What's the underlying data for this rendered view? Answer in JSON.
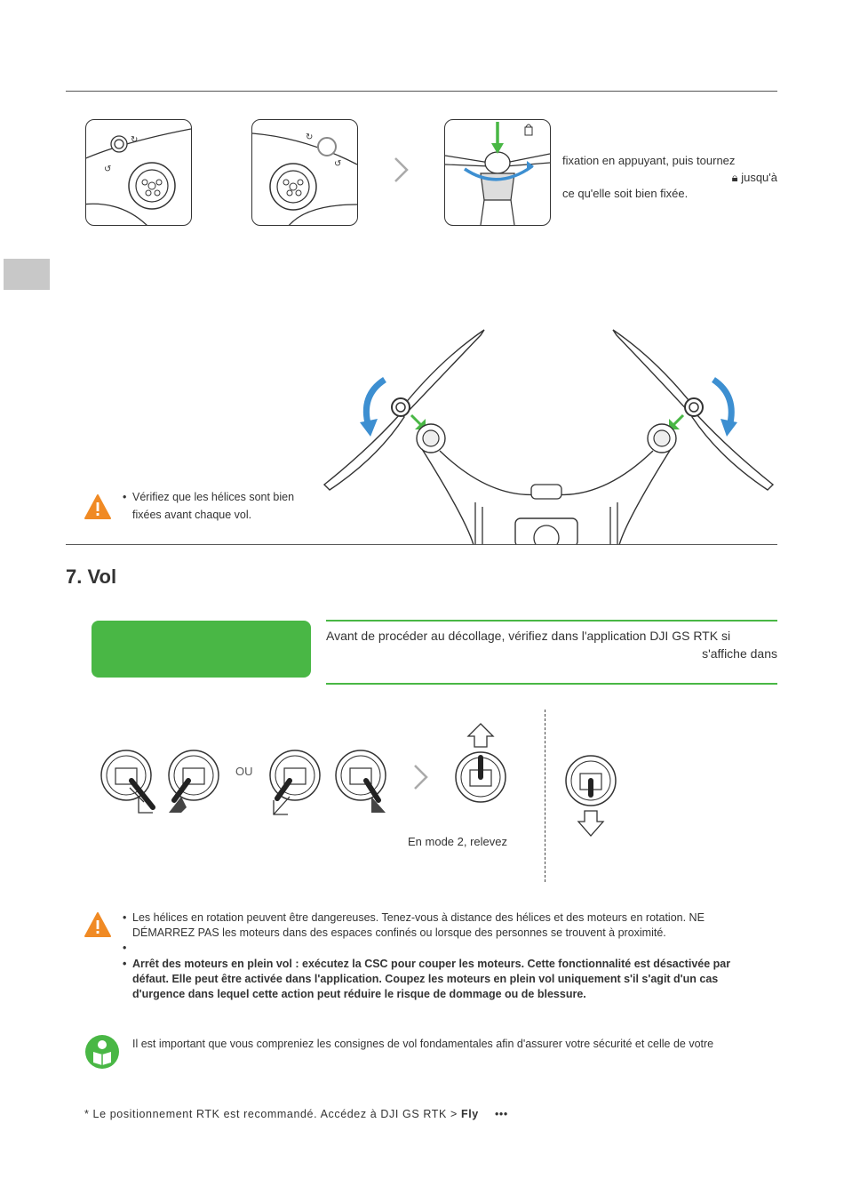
{
  "step_install": {
    "text_line1": "fixation en appuyant, puis tournez",
    "text_line2": "jusqu'à",
    "text_line3": "ce qu'elle soit bien fixée."
  },
  "warning_propellers": {
    "text_line1": "Vérifiez que les hélices sont bien",
    "text_line2": "fixées avant chaque vol."
  },
  "section": {
    "title": "7. Vol"
  },
  "preflight": {
    "text_line1": "Avant de procéder au décollage, vérifiez dans l'application DJI GS RTK si",
    "text_line2": "s'affiche dans"
  },
  "sticks": {
    "or_label": "OU",
    "mode_caption": "En mode 2, relevez"
  },
  "warnings": {
    "item1_line1": "Les hélices en rotation peuvent être dangereuses. Tenez-vous à distance des hélices et des moteurs en rotation. NE",
    "item1_line2": "DÉMARREZ PAS les moteurs dans des espaces confinés ou lorsque des personnes se trouvent à proximité.",
    "item2": "",
    "item3_line1": "Arrêt des moteurs en plein vol : exécutez la CSC pour couper les moteurs. Cette fonctionnalité est désactivée par",
    "item3_line2": "défaut. Elle peut être activée dans l'application. Coupez les moteurs en plein vol uniquement s'il s'agit d'un cas",
    "item3_line3": "d'urgence dans lequel cette action peut réduire le risque de dommage ou de blessure."
  },
  "tip": {
    "text": "Il est important que vous compreniez les consignes de vol fondamentales afin d'assurer votre sécurité et celle de votre"
  },
  "footnote": {
    "text": "* Le positionnement RTK est recommandé. Accédez à DJI GS RTK >",
    "bold": "Fly",
    "dots": "•••"
  },
  "colors": {
    "green": "#49b745",
    "blue": "#3d8fd1",
    "warning_orange": "#f08a24",
    "gray_tab": "#c8c8c8"
  }
}
